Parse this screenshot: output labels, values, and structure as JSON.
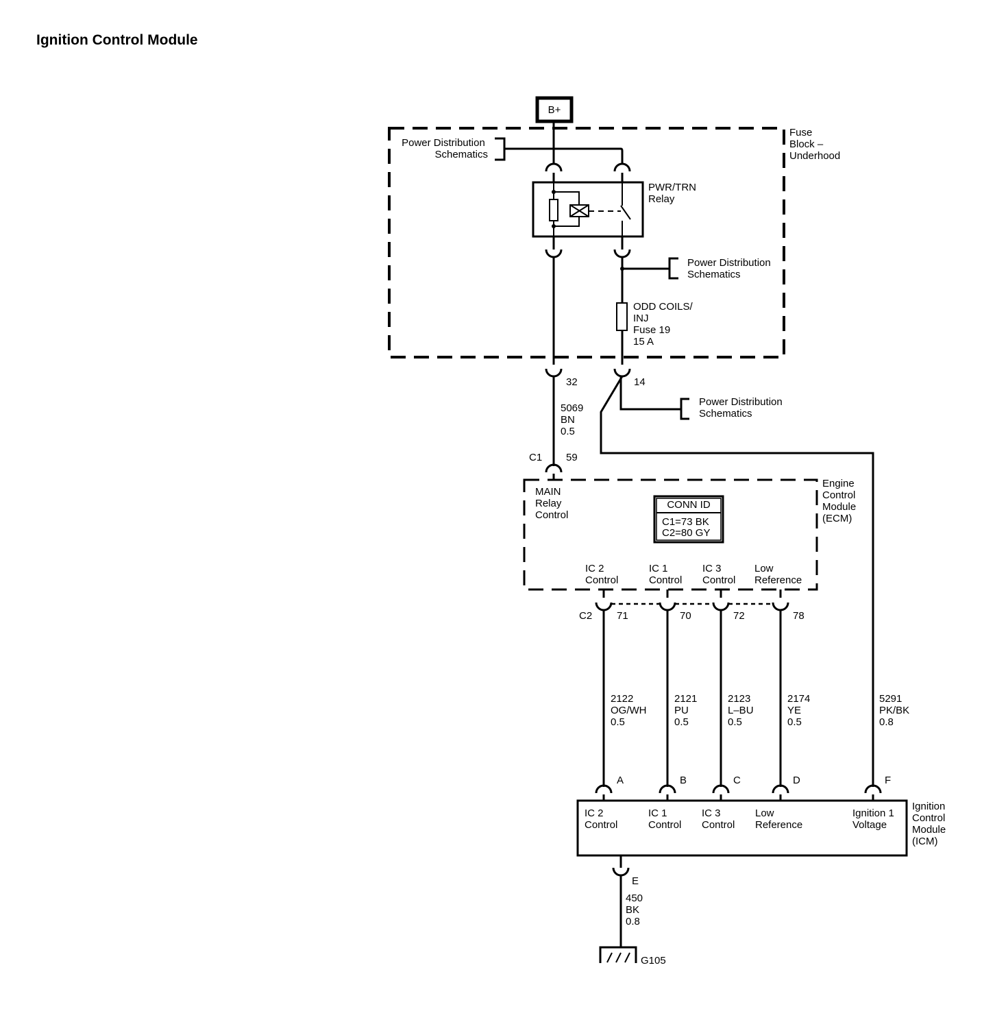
{
  "title": "Ignition Control Module",
  "battery": "B+",
  "fuse_block": {
    "label": [
      "Fuse",
      "Block –",
      "Underhood"
    ]
  },
  "power_distribution": [
    "Power Distribution",
    "Schematics"
  ],
  "relay": {
    "label": [
      "PWR/TRN",
      "Relay"
    ]
  },
  "fuse": {
    "label": [
      "ODD COILS/",
      "INJ",
      "Fuse 19",
      "15 A"
    ]
  },
  "pins": {
    "fb_32": "32",
    "fb_14": "14",
    "c1": "C1",
    "c1_59": "59",
    "c2": "C2",
    "c2_71": "71",
    "c2_70": "70",
    "c2_72": "72",
    "c2_78": "78",
    "icm_a": "A",
    "icm_b": "B",
    "icm_c": "C",
    "icm_d": "D",
    "icm_f": "F",
    "icm_e": "E"
  },
  "wires": {
    "w5069": [
      "5069",
      "BN",
      "0.5"
    ],
    "w2122": [
      "2122",
      "OG/WH",
      "0.5"
    ],
    "w2121": [
      "2121",
      "PU",
      "0.5"
    ],
    "w2123": [
      "2123",
      "L–BU",
      "0.5"
    ],
    "w2174": [
      "2174",
      "YE",
      "0.5"
    ],
    "w5291": [
      "5291",
      "PK/BK",
      "0.8"
    ],
    "w450": [
      "450",
      "BK",
      "0.8"
    ]
  },
  "ecm": {
    "label": [
      "Engine",
      "Control",
      "Module",
      "(ECM)"
    ],
    "main_relay": [
      "MAIN",
      "Relay",
      "Control"
    ],
    "conn_id_title": "CONN ID",
    "conn_id_lines": [
      "C1=73 BK",
      "C2=80 GY"
    ],
    "ic2": [
      "IC 2",
      "Control"
    ],
    "ic1": [
      "IC 1",
      "Control"
    ],
    "ic3": [
      "IC 3",
      "Control"
    ],
    "low_ref": [
      "Low",
      "Reference"
    ]
  },
  "icm": {
    "label": [
      "Ignition",
      "Control",
      "Module",
      "(ICM)"
    ],
    "ic2": [
      "IC 2",
      "Control"
    ],
    "ic1": [
      "IC 1",
      "Control"
    ],
    "ic3": [
      "IC 3",
      "Control"
    ],
    "low_ref": [
      "Low",
      "Reference"
    ],
    "ign1": [
      "Ignition 1",
      "Voltage"
    ]
  },
  "ground": "G105"
}
